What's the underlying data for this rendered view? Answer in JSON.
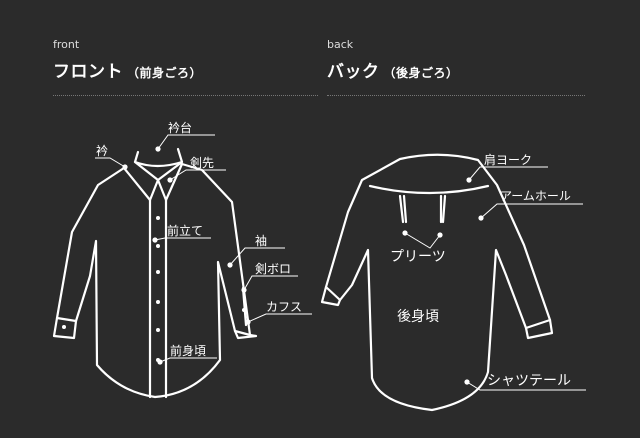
{
  "front": {
    "small": "front",
    "title": "フロント",
    "subtitle": "（前身ごろ）",
    "labels": {
      "eridai": "衿台",
      "eri": "衿",
      "kensaki": "剣先",
      "maetate": "前立て",
      "sode": "袖",
      "kenboro": "剣ボロ",
      "cuffs": "カフス",
      "maemigoro": "前身頃"
    }
  },
  "back": {
    "small": "back",
    "title": "バック",
    "subtitle": "（後身ごろ）",
    "labels": {
      "katayoke": "肩ヨーク",
      "armhole": "アームホール",
      "pleats": "プリーツ",
      "ushiromigoro": "後身頃",
      "shirttail": "シャツテール"
    }
  },
  "colors": {
    "background": "#2b2b2b",
    "line": "#ffffff",
    "divider": "#777777"
  }
}
